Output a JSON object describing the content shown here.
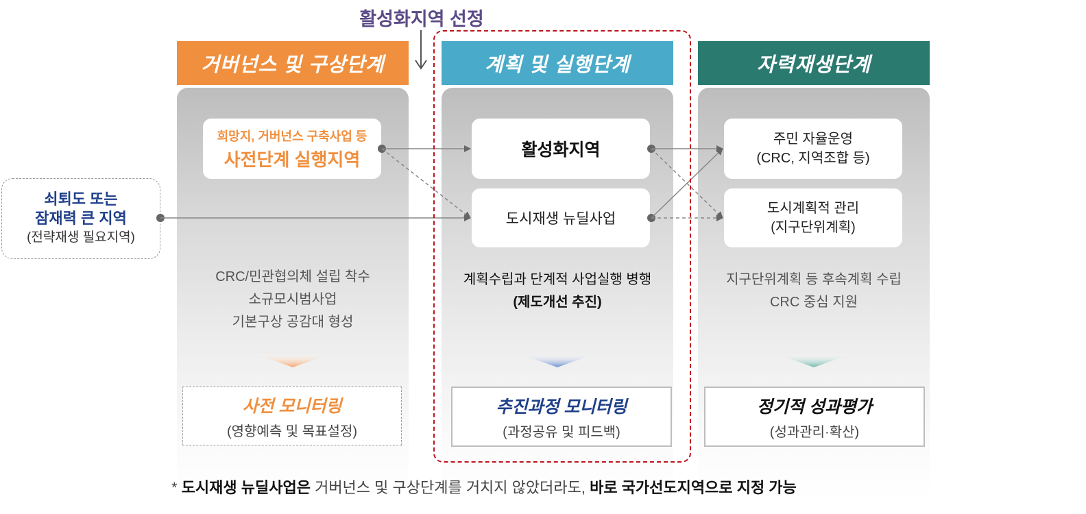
{
  "top_label": "활성화지역 선정",
  "stages": [
    {
      "title": "거버넌스 및 구상단계",
      "color": "#f08f3e"
    },
    {
      "title": "계획 및 실행단계",
      "color": "#4aaac9"
    },
    {
      "title": "자력재생단계",
      "color": "#2b7a70"
    }
  ],
  "left_box": {
    "line1": "쇠퇴도 또는",
    "line2": "잠재력 큰 지역",
    "line3": "(전략재생 필요지역)"
  },
  "cards": {
    "pre_stage": {
      "sub": "희망지, 거버넌스 구축사업 등",
      "main": "사전단계 실행지역"
    },
    "activation": "활성화지역",
    "new_deal": "도시재생 뉴딜사업",
    "self_operation": {
      "line1": "주민 자율운영",
      "line2": "(CRC, 지역조합 등)"
    },
    "planning_mgmt": {
      "line1": "도시계획적 관리",
      "line2": "(지구단위계획)"
    }
  },
  "descriptions": {
    "col1": [
      "CRC/민관협의체 설립 착수",
      "소규모시범사업",
      "기본구상 공감대 형성"
    ],
    "col2": [
      "계획수립과 단계적 사업실행 병행",
      "(제도개선 추진)"
    ],
    "col3": [
      "지구단위계획 등 후속계획 수립",
      "CRC 중심 지원"
    ]
  },
  "monitoring": [
    {
      "title": "사전 모니터링",
      "sub": "(영향예측 및 목표설정)"
    },
    {
      "title": "추진과정 모니터링",
      "sub": "(과정공유 및 피드백)"
    },
    {
      "title": "정기적 성과평가",
      "sub": "(성과관리·확산)"
    }
  ],
  "footnote": {
    "prefix": "* ",
    "bold1": "도시재생 뉴딜사업은",
    "middle": " 거버넌스 및 구상단계를 거치지 않았더라도, ",
    "bold2": "바로 국가선도지역으로 지정 가능"
  },
  "colors": {
    "orange": "#f08f3e",
    "blue": "#4aaac9",
    "teal": "#2b7a70",
    "navy": "#1f3f8a",
    "red": "#c0121c",
    "purple": "#5b4a86"
  }
}
